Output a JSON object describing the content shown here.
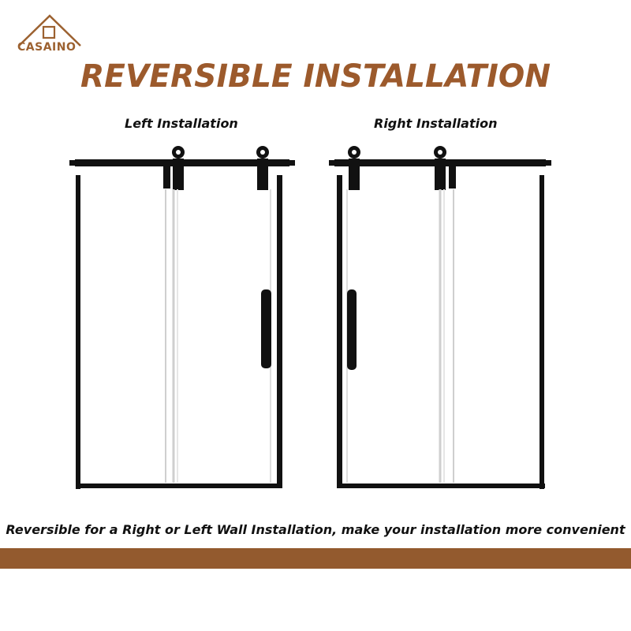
{
  "brand": {
    "name": "CASAINO",
    "color": "#9c6130"
  },
  "title": "REVERSIBLE INSTALLATION",
  "labels": {
    "left": "Left Installation",
    "right": "Right Installation"
  },
  "caption": "Reversible for a Right or Left Wall Installation,   make your installation more convenient",
  "colors": {
    "accent": "#9c5a2c",
    "band": "#935a2e",
    "frame": "#111111"
  },
  "icons": [
    "house-logo-icon"
  ]
}
